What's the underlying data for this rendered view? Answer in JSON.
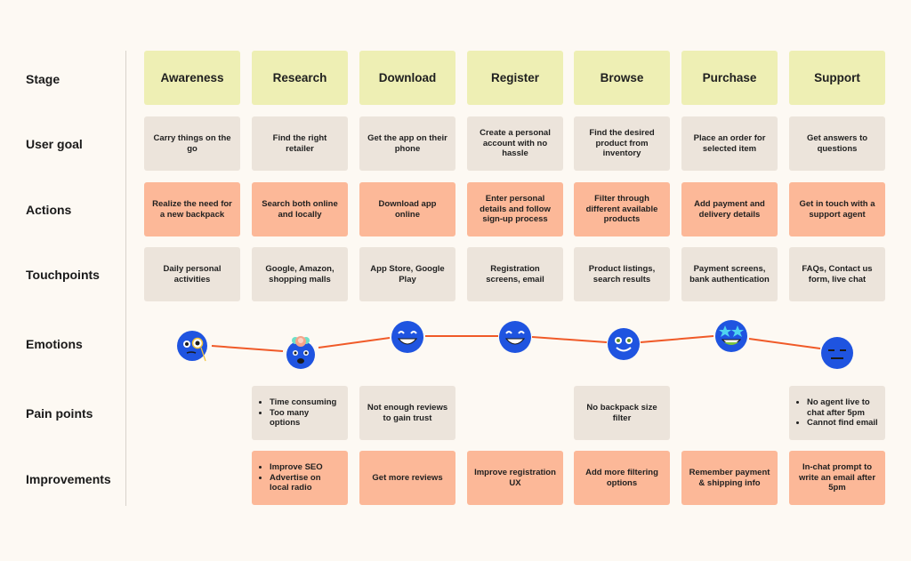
{
  "row_labels": {
    "stage": "Stage",
    "user_goal": "User goal",
    "actions": "Actions",
    "touchpoints": "Touchpoints",
    "emotions": "Emotions",
    "pain_points": "Pain points",
    "improvements": "Improvements"
  },
  "stages": [
    "Awareness",
    "Research",
    "Download",
    "Register",
    "Browse",
    "Purchase",
    "Support"
  ],
  "user_goals": [
    "Carry things on the go",
    "Find the right retailer",
    "Get the app on their phone",
    "Create a personal account with no hassle",
    "Find the desired product from inventory",
    "Place an order for selected item",
    "Get answers to questions"
  ],
  "actions": [
    "Realize the need for a new backpack",
    "Search both online and locally",
    "Download app online",
    "Enter personal details and follow sign-up process",
    "Filter through different available products",
    "Add payment and delivery details",
    "Get in touch with a support agent"
  ],
  "touchpoints": [
    "Daily personal activities",
    "Google, Amazon, shopping malls",
    "App Store, Google Play",
    "Registration screens, email",
    "Product listings, search results",
    "Payment screens, bank authentication",
    "FAQs, Contact us form, live chat"
  ],
  "emotions": [
    {
      "icon": "monocle-face-icon",
      "level": 0.45
    },
    {
      "icon": "exploding-head-icon",
      "level": 0.25
    },
    {
      "icon": "grinning-face-icon",
      "level": 0.75
    },
    {
      "icon": "grinning-face-icon",
      "level": 0.75
    },
    {
      "icon": "smiling-face-icon",
      "level": 0.5
    },
    {
      "icon": "star-struck-face-icon",
      "level": 0.85
    },
    {
      "icon": "expressionless-face-icon",
      "level": 0.15
    }
  ],
  "pain_points": {
    "research": [
      "Time consuming",
      "Too many options"
    ],
    "download": "Not enough reviews to gain trust",
    "browse": "No backpack size filter",
    "support": [
      "No agent live to chat after 5pm",
      "Cannot find email"
    ]
  },
  "improvements": {
    "research": [
      "Improve SEO",
      "Advertise on local radio"
    ],
    "download": "Get more reviews",
    "register": "Improve registration UX",
    "browse": "Add more filtering options",
    "purchase": "Remember payment & shipping info",
    "support": "In-chat prompt to write an email after 5pm"
  },
  "colors": {
    "background": "#fdf9f3",
    "stage": "#eeefb4",
    "neutral_card": "#ece4db",
    "accent_card": "#fcb898",
    "emotion_line": "#f05a28",
    "emoji_face": "#1f54e0"
  }
}
